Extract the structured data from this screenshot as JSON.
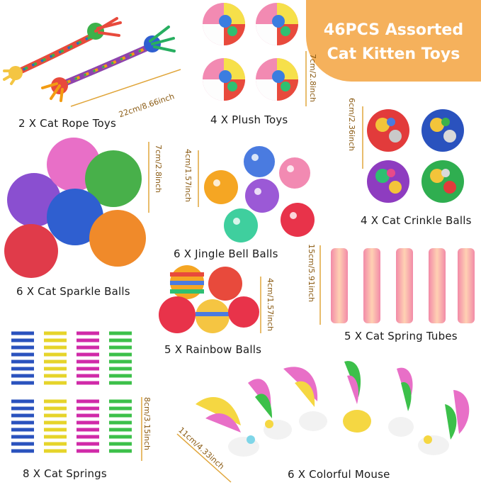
{
  "headline": {
    "line1": "46PCS Assorted",
    "line2": "Cat Kitten Toys"
  },
  "items": {
    "rope": {
      "label": "2 X Cat Rope Toys",
      "dimension": "22cm/8.66inch"
    },
    "plush": {
      "label": "4 X Plush Toys",
      "dimension": "7cm/2.8inch"
    },
    "crinkle": {
      "label": "4 X Cat Crinkle Balls",
      "dimension": "6cm/2.36inch"
    },
    "sparkle": {
      "label": "6 X Cat Sparkle Balls",
      "dimension": "7cm/2.8inch"
    },
    "jingle": {
      "label": "6 X Jingle Bell Balls",
      "dimension": "4cm/1.57inch"
    },
    "rainbow": {
      "label": "5 X Rainbow Balls",
      "dimension": "4cm/1.57inch"
    },
    "tubes": {
      "label": "5 X Cat Spring Tubes",
      "dimension": "15cm/5.91inch"
    },
    "springs": {
      "label": "8 X Cat Springs",
      "dimension": "8cm/3.15inch"
    },
    "mouse": {
      "label": "6 X Colorful Mouse",
      "dimension": "11cm/4.33inch"
    }
  },
  "colors": {
    "badge": "#f5b15c",
    "dimension_line": "#e0a53a"
  }
}
